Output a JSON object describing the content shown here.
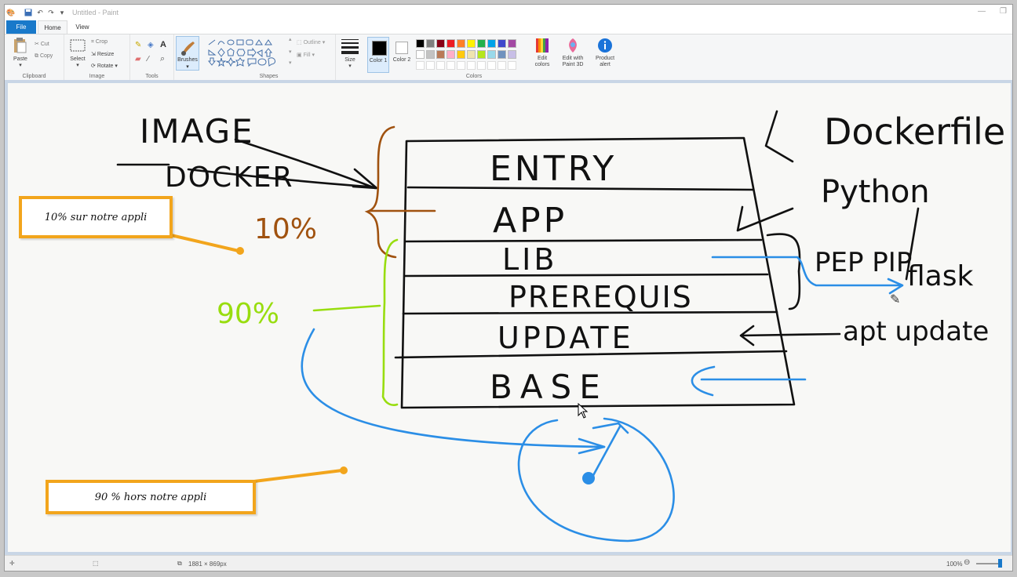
{
  "window": {
    "title": "Untitled - Paint"
  },
  "tabs": [
    {
      "label": "File"
    },
    {
      "label": "Home"
    },
    {
      "label": "View"
    }
  ],
  "clipboard": {
    "paste": "Paste",
    "cut": "Cut",
    "copy": "Copy",
    "group": "Clipboard"
  },
  "image": {
    "select": "Select",
    "crop": "Crop",
    "resize": "Resize",
    "rotate": "Rotate",
    "group": "Image"
  },
  "tools": {
    "group": "Tools"
  },
  "brushes": {
    "label": "Brushes"
  },
  "shapes": {
    "outline": "Outline",
    "fill": "Fill",
    "group": "Shapes"
  },
  "size": {
    "label": "Size"
  },
  "color1": {
    "label": "Color 1"
  },
  "color2": {
    "label": "Color 2"
  },
  "colors": {
    "group": "Colors",
    "edit": "Edit colors",
    "palette_row1": [
      "#000000",
      "#7f7f7f",
      "#880015",
      "#ed1c24",
      "#ff7f27",
      "#fff200",
      "#22b14c",
      "#00a2e8",
      "#3f48cc",
      "#a349a4"
    ],
    "palette_row2": [
      "#ffffff",
      "#c3c3c3",
      "#b97a57",
      "#ffaec9",
      "#ffc90e",
      "#efe4b0",
      "#b5e61d",
      "#99d9ea",
      "#7092be",
      "#c8bfe7"
    ]
  },
  "paint3d": {
    "label": "Edit with Paint 3D"
  },
  "product_alert": {
    "label": "Product alert"
  },
  "status": {
    "dimensions": "1881 × 869px",
    "zoom": "100%"
  },
  "drawing": {
    "layers": [
      "ENTRY",
      "APP",
      "LIB",
      "PREREQUIS",
      "UPDATE",
      "BASE"
    ],
    "left_title_1": "IMAGE",
    "left_title_2": "DOCKER",
    "pct_top": "10%",
    "pct_bottom": "90%",
    "right_top": "Dockerfile",
    "right_python": "Python",
    "right_pep": "PEP PIP",
    "right_flask": "flask",
    "right_update": "apt update"
  },
  "callouts": {
    "top": "10% sur notre appli",
    "bottom": "90 % hors notre appli"
  }
}
